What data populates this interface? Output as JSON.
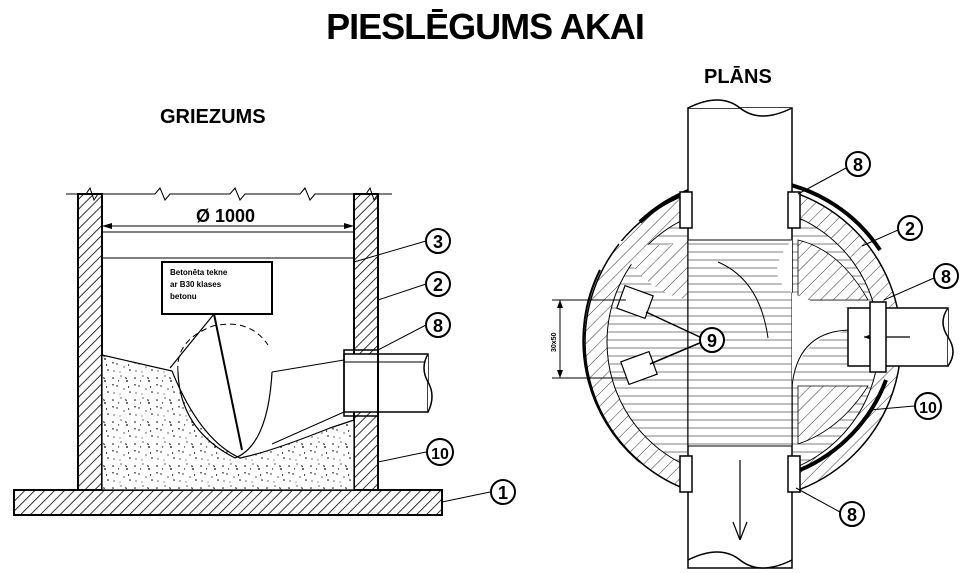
{
  "title": "PIESLĒGUMS AKAI",
  "section_title": "GRIEZUMS",
  "plan_title": "PLĀNS",
  "dimension_label": "Ø 1000",
  "note_lines": [
    "Betonēta tekne",
    "ar B30 klases",
    "betonu"
  ],
  "small_dimension": "30x50",
  "callouts_section": [
    "3",
    "2",
    "8",
    "10",
    "1"
  ],
  "callouts_plan": [
    "8",
    "2",
    "8",
    "9",
    "10",
    "8"
  ]
}
